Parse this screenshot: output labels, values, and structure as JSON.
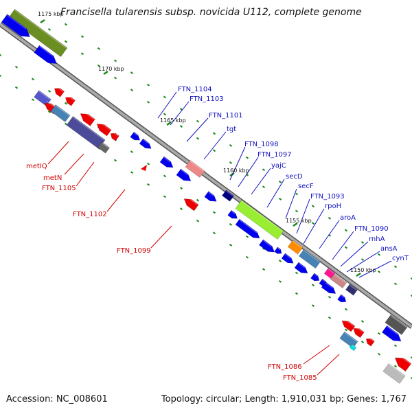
{
  "title": "Francisella tularensis subsp. novicida U112, complete genome",
  "footer": {
    "accession": "Accession: NC_008601",
    "topology": "Topology: circular; Length: 1,910,031 bp; Genes: 1,767"
  },
  "kbp_labels": [
    "1175 kbp",
    "1170 kbp",
    "1165 kbp",
    "1160 kbp",
    "1155 kbp",
    "1150 kbp"
  ],
  "blue_labels": [
    "FTN_1104",
    "FTN_1103",
    "FTN_1101",
    "tgt",
    "FTN_1098",
    "FTN_1097",
    "yajC",
    "secD",
    "secF",
    "FTN_1093",
    "rpoH",
    "aroA",
    "FTN_1090",
    "rnhA",
    "ansA",
    "cynT"
  ],
  "red_labels": [
    "metIQ",
    "metN",
    "FTN_1105",
    "FTN_1102",
    "FTN_1099",
    "FTN_1086",
    "FTN_1085"
  ],
  "colors": {
    "forward_gene": "#0000ee",
    "reverse_gene": "#ee0000",
    "forward_label": "#1010c0",
    "reverse_label": "#d00000",
    "backbone": "#888888",
    "tick": "#118811"
  }
}
